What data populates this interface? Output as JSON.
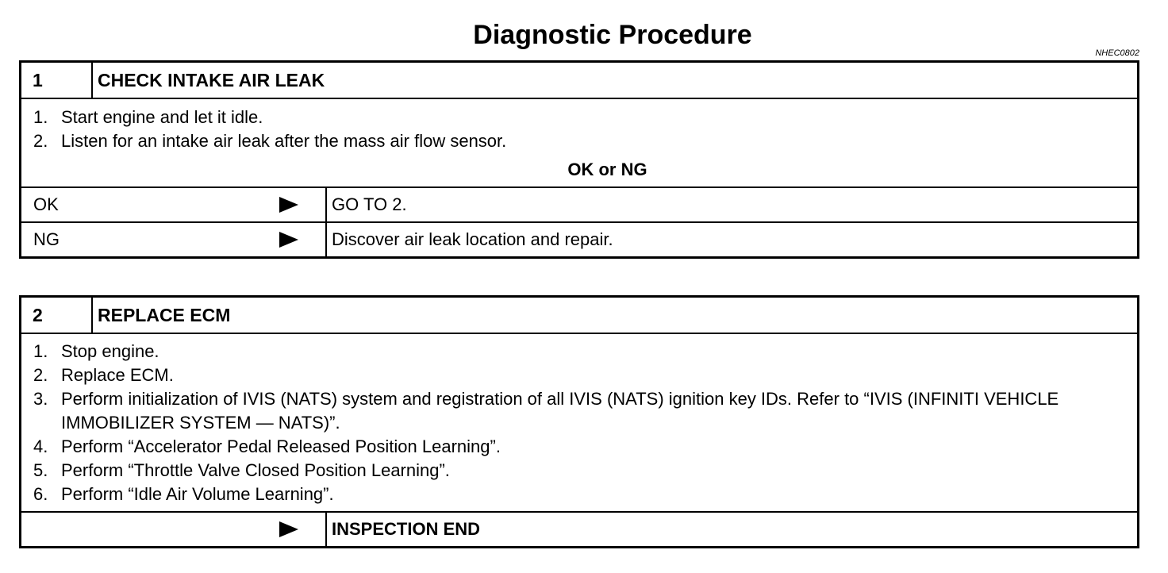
{
  "document": {
    "title": "Diagnostic Procedure",
    "code": "NHEC0802"
  },
  "step1": {
    "number": "1",
    "title": "CHECK INTAKE AIR LEAK",
    "items": [
      {
        "n": "1.",
        "text": "Start engine and let it idle."
      },
      {
        "n": "2.",
        "text": "Listen for an intake air leak after the mass air flow sensor."
      }
    ],
    "result_heading": "OK or NG",
    "results": [
      {
        "label": "OK",
        "action": "GO TO 2."
      },
      {
        "label": "NG",
        "action": "Discover air leak location and repair."
      }
    ]
  },
  "step2": {
    "number": "2",
    "title": "REPLACE ECM",
    "items": [
      {
        "n": "1.",
        "text": "Stop engine."
      },
      {
        "n": "2.",
        "text": "Replace ECM."
      },
      {
        "n": "3.",
        "text": "Perform initialization of IVIS (NATS) system and registration of all IVIS (NATS) ignition key IDs. Refer to “IVIS (INFINITI VEHICLE IMMOBILIZER SYSTEM — NATS)”."
      },
      {
        "n": "4.",
        "text": "Perform “Accelerator Pedal Released Position Learning”."
      },
      {
        "n": "5.",
        "text": "Perform “Throttle Valve Closed Position Learning”."
      },
      {
        "n": "6.",
        "text": "Perform “Idle Air Volume Learning”."
      }
    ],
    "final_action": "INSPECTION END"
  },
  "icons": {
    "arrow": "arrow-right-icon"
  }
}
